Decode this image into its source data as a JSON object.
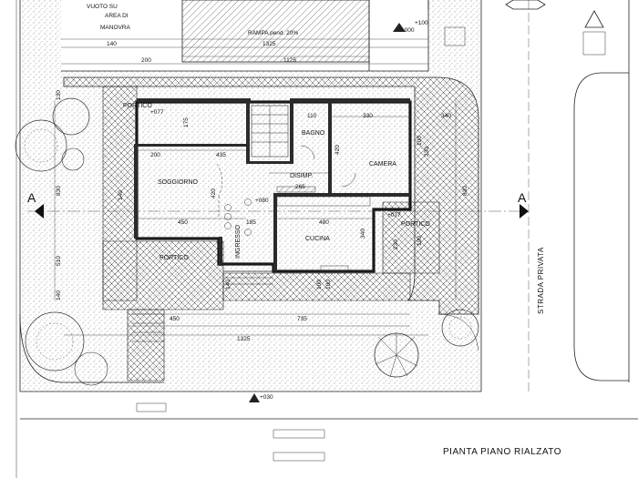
{
  "drawing": {
    "title": "PIANTA PIANO RIALZATO",
    "street_label": "STRADA PRIVATA",
    "void_note": [
      "VUOTO SU",
      "AREA DI",
      "MANOVRA"
    ],
    "ramp_label": "RAMPA pend. 20%",
    "section_marks": [
      "A",
      "A"
    ]
  },
  "rooms": {
    "soggiorno": "SOGGIORNO",
    "cucina": "CUCINA",
    "camera": "CAMERA",
    "bagno": "BAGNO",
    "disimp": "DISIMP.",
    "ingresso": "INGRESSO",
    "portico_top": "PORTICO",
    "portico_left": "PORTICO",
    "portico_right": "PORTICO"
  },
  "levels": {
    "entry": "+080",
    "porch": "+077",
    "porch_right": "+077",
    "ground": "+030",
    "top_right": "+100"
  },
  "dimensions": {
    "d140_top": "140",
    "d1325_top": "1325",
    "d200": "200",
    "d1125": "1125",
    "d1000": "1000",
    "d435": "435",
    "d110": "110",
    "d330": "330",
    "d340": "340",
    "d200_in": "200",
    "d420_l": "420",
    "d420_r": "420",
    "d265": "265",
    "d450_in": "450",
    "d185": "185",
    "d480": "480",
    "d340_k": "340",
    "d230": "230",
    "d100_a": "100",
    "d100_b": "100",
    "d830_l": "830",
    "d830_r": "830",
    "d510": "510",
    "d450_bot": "450",
    "d735": "735",
    "d1325_bot": "1325",
    "d140_side": "140",
    "d175": "175",
    "d130": "130",
    "d100_c": "100",
    "d100_d": "100",
    "d140_l": "140",
    "d140_r": "140",
    "d230_r": "230"
  }
}
